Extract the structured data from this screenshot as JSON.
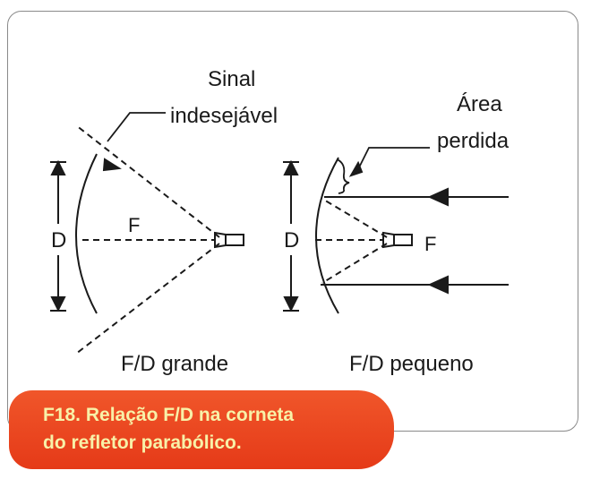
{
  "left": {
    "signal_label_1": "Sinal",
    "signal_label_2": "indesejável",
    "d_label": "D",
    "f_label": "F",
    "caption": "F/D grande"
  },
  "right": {
    "area_label_1": "Área",
    "area_label_2": "perdida",
    "d_label": "D",
    "f_label": "F",
    "caption": "F/D pequeno"
  },
  "figure_caption": {
    "line1": "F18. Relação F/D na corneta",
    "line2": "do refletor parabólico."
  },
  "colors": {
    "caption_bg": "#e9461f",
    "caption_text": "#f8f1a8"
  }
}
